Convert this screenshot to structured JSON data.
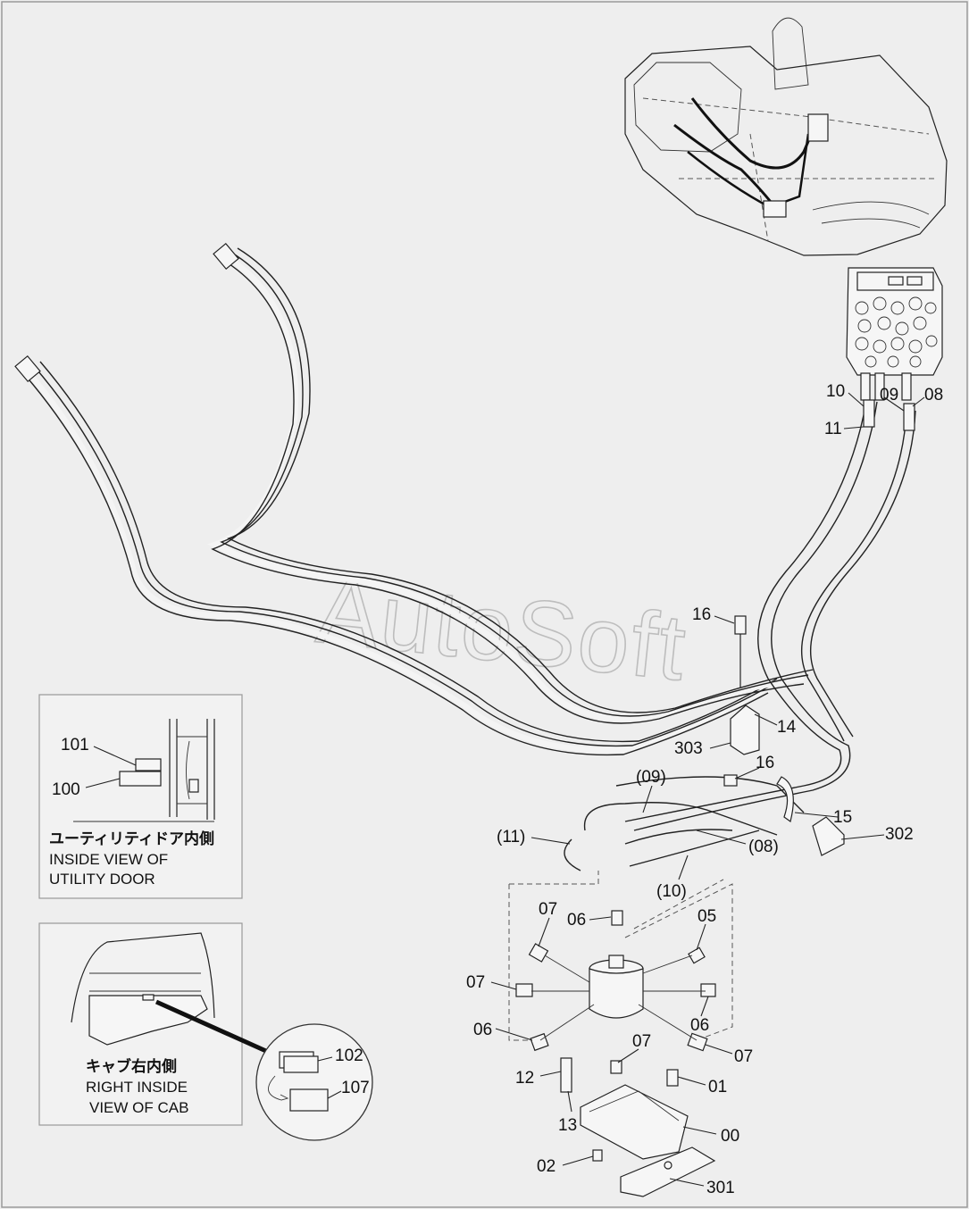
{
  "watermark": "AutoSoft",
  "labels": {
    "l10_top": "10",
    "l09_top": "09",
    "l08_top": "08",
    "l11_top": "11",
    "l16_a": "16",
    "l14": "14",
    "l303": "303",
    "l16_b": "16",
    "l15": "15",
    "l302": "302",
    "l09_paren": "(09)",
    "l11_paren": "(11)",
    "l08_paren": "(08)",
    "l10_paren": "(10)",
    "l07_a": "07",
    "l06_a": "06",
    "l05": "05",
    "l07_b": "07",
    "l06_b": "06",
    "l06_c": "06",
    "l07_c": "07",
    "l07_d": "07",
    "l12": "12",
    "l13": "13",
    "l01": "01",
    "l00": "00",
    "l02": "02",
    "l301": "301"
  },
  "inset_utility_door": {
    "label_101": "101",
    "label_100": "100",
    "caption_jp": "ユーティリティドア内側",
    "caption_en_1": "INSIDE VIEW OF",
    "caption_en_2": "UTILITY DOOR"
  },
  "inset_cab": {
    "label_102": "102",
    "label_107": "107",
    "caption_jp": "キャブ右内側",
    "caption_en_1": "RIGHT INSIDE",
    "caption_en_2": "VIEW OF CAB"
  }
}
